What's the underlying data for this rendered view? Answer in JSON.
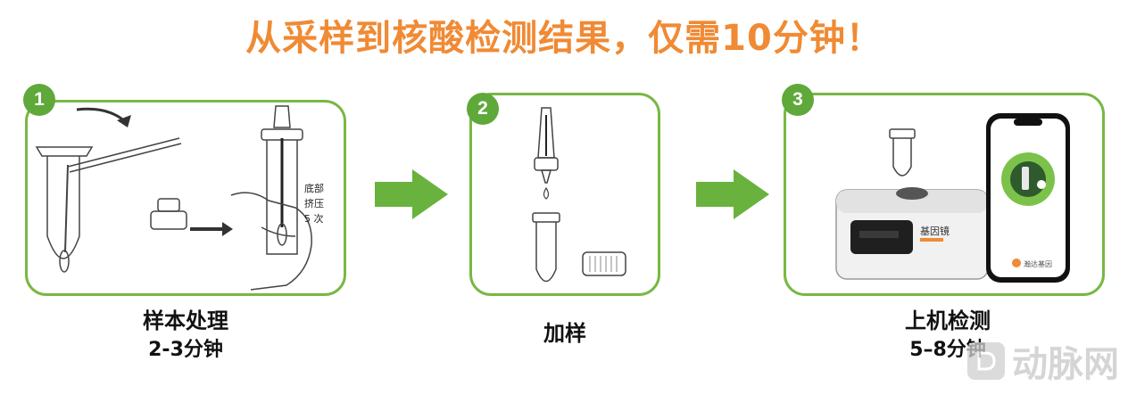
{
  "title": "从采样到核酸检测结果，仅需10分钟！",
  "steps": [
    {
      "number": "1",
      "label": "样本处理",
      "time": "2-3分钟",
      "annotation": [
        "底部",
        "挤压",
        "5 次"
      ]
    },
    {
      "number": "2",
      "label": "加样",
      "time": ""
    },
    {
      "number": "3",
      "label": "上机检测",
      "time": "5–8分钟",
      "device_label": "基因镜",
      "app_label": "瀚达基因"
    }
  ],
  "colors": {
    "title": "#f08a34",
    "border": "#78b843",
    "badge": "#5fa83a",
    "arrow": "#6ab23e"
  },
  "watermark": "动脉网"
}
